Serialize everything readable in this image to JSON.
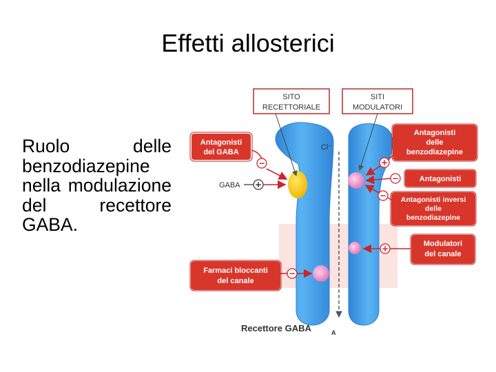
{
  "slide": {
    "title": "Effetti allosterici",
    "body": "Ruolo delle benzodiazepine nella modulazione del recettore GABA."
  },
  "diagram": {
    "header_left": [
      "SITO",
      "RECETTORIALE"
    ],
    "header_right": [
      "SITI",
      "MODULATORI"
    ],
    "ion_label": "Cl⁻",
    "gaba_label": "GABA",
    "receptor_label_main": "Recettore GABA",
    "receptor_label_sub": "A",
    "left_boxes": {
      "antagonists_gaba": [
        "Antagonisti",
        "del GABA"
      ],
      "channel_blockers": [
        "Farmaci bloccanti",
        "del canale"
      ]
    },
    "right_boxes": {
      "bzd_antagonists": [
        "Antagonisti",
        "delle",
        "benzodiazepine"
      ],
      "antagonists": [
        "Antagonisti"
      ],
      "bzd_inverse": [
        "Antagonisti inversi",
        "delle",
        "benzodiazepine"
      ],
      "channel_modulators": [
        "Modulatori",
        "del canale"
      ]
    },
    "signs": {
      "plus": "+",
      "minus": "−"
    },
    "colors": {
      "label_box_fill": "#d9362b",
      "label_box_border": "#c51f1f",
      "header_box_border": "#b72a2a",
      "receptor_blue": "#3f9fe8",
      "receptor_edge": "#2c7fcf",
      "membrane_pink": "#fbe3df",
      "gaba_site_yellow": "#f5c800",
      "modulator_site_pink": "#e889c4",
      "arrow_red": "#c8262c"
    }
  }
}
